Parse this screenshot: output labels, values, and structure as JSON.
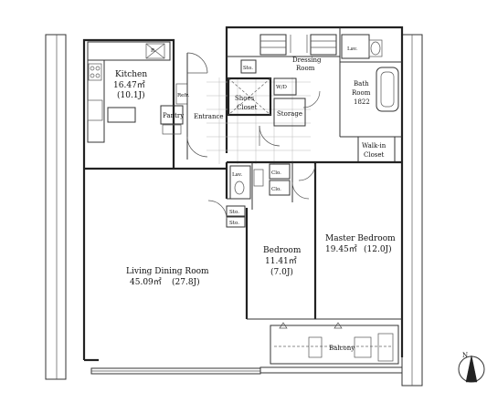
{
  "rooms": {
    "kitchen": {
      "name": "Kitchen",
      "area": "16.47㎡",
      "jo": "(10.1J)"
    },
    "living": {
      "name": "Living Dining Room",
      "area": "45.09㎡",
      "jo": "(27.8J)"
    },
    "bedroom": {
      "name": "Bedroom",
      "area": "11.41㎡",
      "jo": "(7.0J)"
    },
    "master": {
      "name": "Master Bedroom",
      "area": "19.45㎡",
      "jo": "(12.0J)"
    },
    "bath": {
      "name1": "Bath",
      "name2": "Room",
      "code": "1822"
    },
    "dressing": {
      "name1": "Dressing",
      "name2": "Room"
    },
    "shoes_closet": {
      "name1": "Shoes",
      "name2": "Closet"
    },
    "walkin": {
      "name1": "Walk-in",
      "name2": "Closet"
    }
  },
  "labels": {
    "entrance": "Entrance",
    "pantry": "Pantry",
    "storage": "Storage",
    "wd": "W/D",
    "lav": "Lav.",
    "sto": "Sto.",
    "clo": "Clo.",
    "balcony": "Balcony",
    "refrigerator_space": "R",
    "fridge_box": "Refr."
  },
  "compass": {
    "north": "N"
  }
}
